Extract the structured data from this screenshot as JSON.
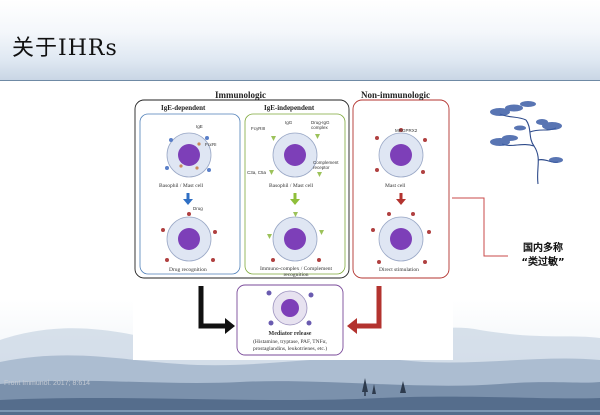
{
  "slide": {
    "title": "关于IHRs",
    "callout_line1": "国内多称",
    "callout_line2": "“类过敏”",
    "citation": "Front Immunol. 2017; 8:614",
    "accent_colors": {
      "title_bar": "#dfe8f2",
      "immunologic_arrow": "#111111",
      "non_immunologic_arrow": "#b3332f",
      "drug_arrow_blue": "#2f6fc4",
      "drug_arrow_green": "#8fbf3a"
    }
  },
  "figure": {
    "immunologic_label": "Immunologic",
    "non_immunologic_label": "Non-immunologic",
    "ige_dependent": "IgE-dependent",
    "ige_independent": "IgE-independent",
    "labels": {
      "ige": "IgE",
      "fceri": "FcεRI",
      "drug": "Drug",
      "fcgriii": "FcγRIII",
      "igg": "IgG",
      "drug_igg": "Drug-IgG complex",
      "complement_receptor": "Complement receptor",
      "c3a_c5a": "C3a, C5a",
      "mrgprx2": "MRGPRX2"
    },
    "cell_labels": {
      "basophil1": "Basophil / Mast cell",
      "basophil2": "Basophil / Mast cell",
      "mast": "Mast cell"
    },
    "captions": {
      "drug_recognition": "Drug recognition",
      "immuno_complex": "Immuno-complex / Complement recognition",
      "direct_stimulation": "Direct stimulation"
    },
    "mediator": {
      "title": "Mediator release",
      "line1": "(Histamine, tryptase, PAF, TNFα,",
      "line2": "prostaglandins, leukotrienes, etc.)"
    }
  }
}
